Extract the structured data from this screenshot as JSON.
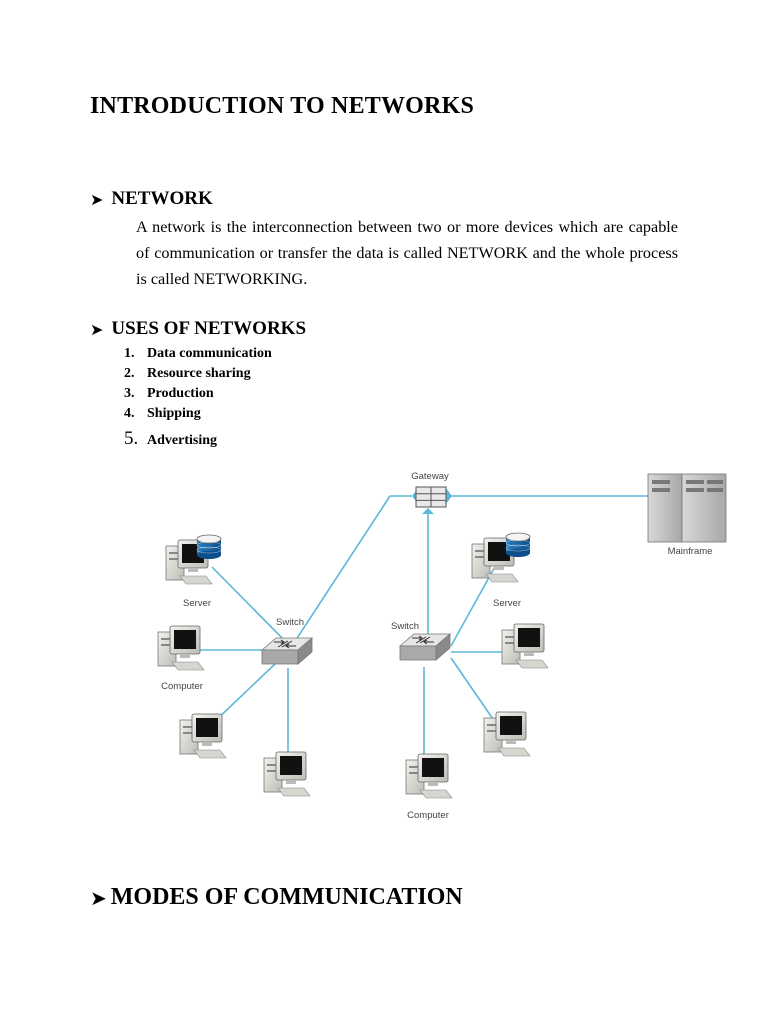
{
  "page": {
    "title": "INTRODUCTION TO NETWORKS"
  },
  "network_section": {
    "heading": "NETWORK",
    "paragraph": "A network is the interconnection between two or more devices which are capable of communication or transfer the data is called NETWORK and the whole process is called NETWORKING."
  },
  "uses_section": {
    "heading": "USES OF NETWORKS",
    "items": [
      {
        "num": "1.",
        "label": "Data communication"
      },
      {
        "num": "2.",
        "label": "Resource sharing"
      },
      {
        "num": "3.",
        "label": "Production"
      },
      {
        "num": "4.",
        "label": "Shipping"
      },
      {
        "num": "5.",
        "label": "Advertising"
      }
    ]
  },
  "diagram": {
    "labels": {
      "gateway": "Gateway",
      "mainframe": "Mainframe",
      "server_left": "Server",
      "computer_left": "Computer",
      "switch_left": "Switch",
      "switch_right": "Switch",
      "server_right": "Server",
      "computer_right": "Computer"
    },
    "link_color": "#5bb8d6"
  },
  "modes_section": {
    "heading": "MODES OF COMMUNICATION"
  }
}
